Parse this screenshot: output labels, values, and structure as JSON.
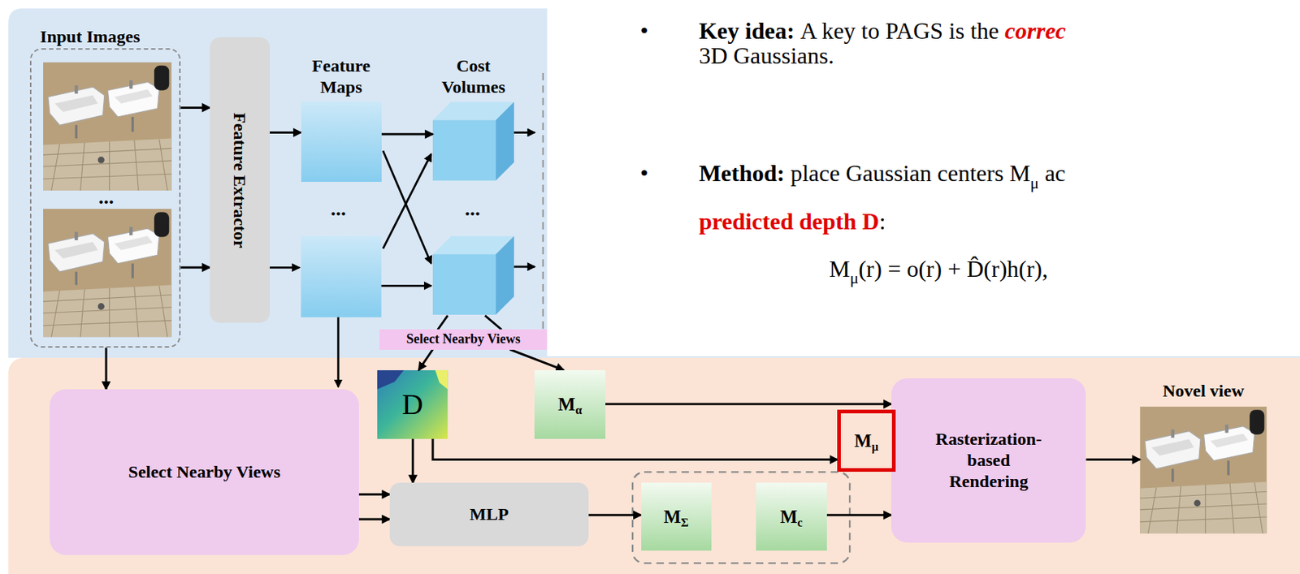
{
  "diagram": {
    "nodes": [
      {
        "text": [
          "Input Images"
        ]
      },
      {
        "text": [
          "Feature Extractor"
        ]
      },
      {
        "text": [
          "Feature Maps"
        ]
      },
      {
        "text": [
          "Cost Volumes"
        ]
      },
      {
        "text": [
          "Select Nearby Views"
        ]
      },
      {
        "text": [
          "Select Nearby Views"
        ]
      },
      {
        "text": [
          "D"
        ]
      },
      {
        "text": [
          "M",
          "α"
        ]
      },
      {
        "text": [
          "MLP"
        ]
      },
      {
        "text": [
          "M",
          "Σ"
        ]
      },
      {
        "text": [
          "M",
          "c"
        ]
      },
      {
        "text": [
          "M",
          "μ"
        ]
      },
      {
        "text": [
          "Rasterization-based Rendering"
        ]
      },
      {
        "text": [
          "Novel view"
        ]
      }
    ],
    "edges": [
      {
        "from": 0,
        "to": 1,
        "arrow": "to"
      },
      {
        "from": 0,
        "to": 1,
        "arrow": "to"
      },
      {
        "from": 1,
        "to": 2,
        "arrow": "to"
      },
      {
        "from": 2,
        "to": 3,
        "arrow": "to"
      },
      {
        "from": 4,
        "to": 6,
        "arrow": "to"
      },
      {
        "from": 4,
        "to": 7,
        "arrow": "to"
      },
      {
        "from": 0,
        "to": 5,
        "arrow": "to"
      },
      {
        "from": 5,
        "to": 8,
        "arrow": "to"
      },
      {
        "from": 5,
        "to": 8,
        "arrow": "to"
      },
      {
        "from": 6,
        "to": 8,
        "arrow": "to"
      },
      {
        "from": 6,
        "to": 11,
        "arrow": "to"
      },
      {
        "from": 7,
        "to": 12,
        "arrow": "to"
      },
      {
        "from": 8,
        "to": 9,
        "arrow": "to"
      },
      {
        "from": 10,
        "to": 12,
        "arrow": "to"
      },
      {
        "from": 12,
        "to": 13,
        "arrow": "to"
      }
    ],
    "labels": [
      "...",
      "...",
      "...",
      "•",
      "Key idea:",
      "A key to PAGS is the",
      "correc",
      "3D Gaussians.",
      "•",
      "Method:",
      "place Gaussian centers M",
      "μ",
      "ac",
      "predicted depth D",
      ":",
      "M",
      "μ",
      "(r) = o(r) + D̂(r)h(r),"
    ]
  }
}
